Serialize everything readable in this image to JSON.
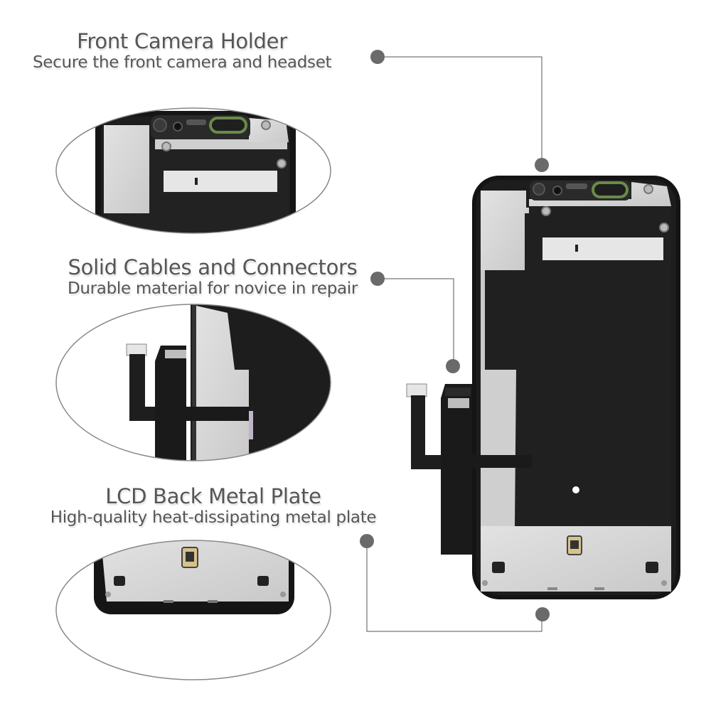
{
  "features": [
    {
      "title": "Front Camera Holder",
      "subtitle": "Secure the front camera and headset"
    },
    {
      "title": "Solid Cables and Connectors",
      "subtitle": "Durable material for novice in repair"
    },
    {
      "title": "LCD Back Metal Plate",
      "subtitle": "High-quality heat-dissipating metal plate"
    }
  ]
}
